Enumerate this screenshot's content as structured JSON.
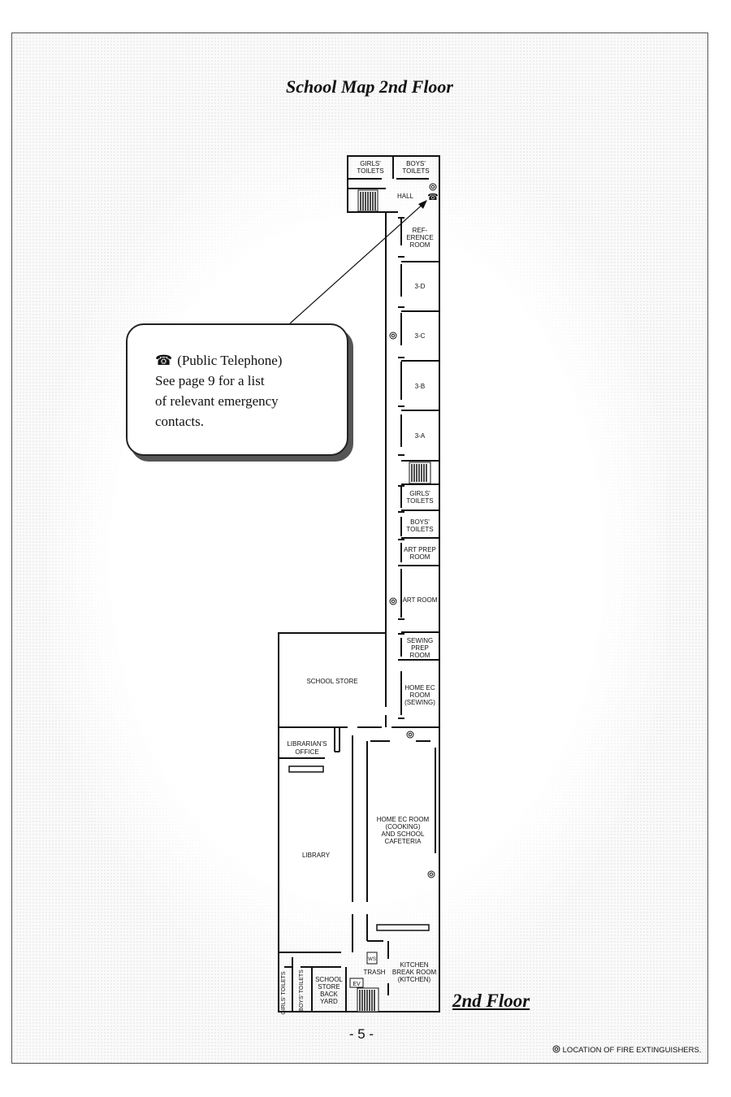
{
  "title": "School Map  2nd Floor",
  "floor_label": "2nd Floor",
  "page_number": "- 5 -",
  "legend": {
    "icon": "fire-extinguisher-icon",
    "text": "LOCATION OF FIRE EXTINGUISHERS."
  },
  "callout": {
    "icon": "telephone-icon",
    "glyph": "☎",
    "heading": "(Public Telephone)",
    "lines": [
      "See page 9 for a list",
      "of relevant emergency",
      "contacts."
    ]
  },
  "rooms": {
    "girls_toilets_top": [
      "GIRLS'",
      "TOILETS"
    ],
    "boys_toilets_top": [
      "BOYS'",
      "TOILETS"
    ],
    "hall": "HALL",
    "reference_room": [
      "REF-",
      "ERENCE",
      "ROOM"
    ],
    "room_3d": "3-D",
    "room_3c": "3-C",
    "room_3b": "3-B",
    "room_3a": "3-A",
    "girls_toilets_mid": [
      "GIRLS'",
      "TOILETS"
    ],
    "boys_toilets_mid": [
      "BOYS'",
      "TOILETS"
    ],
    "art_prep_room": [
      "ART PREP",
      "ROOM"
    ],
    "art_room": "ART ROOM",
    "sewing_prep_room": [
      "SEWING",
      "PREP",
      "ROOM"
    ],
    "school_store": "SCHOOL STORE",
    "home_ec_sewing": [
      "HOME EC",
      "ROOM",
      "(SEWING)"
    ],
    "librarians_office": [
      "LIBRARIAN'S",
      "OFFICE"
    ],
    "library": "LIBRARY",
    "home_ec_cooking": [
      "HOME EC ROOM",
      "(COOKING)",
      "AND SCHOOL",
      "CAFETERIA"
    ],
    "girls_toilets_bottom": "GIRLS' TOILETS",
    "boys_toilets_bottom": "BOYS' TOILETS",
    "school_store_back_yard": [
      "SCHOOL",
      "STORE",
      "BACK",
      "YARD"
    ],
    "ws": "WS",
    "trash": "TRASH",
    "ev": "EV",
    "kitchen_break_room": [
      "KITCHEN",
      "BREAK ROOM",
      "(KITCHEN)"
    ]
  }
}
